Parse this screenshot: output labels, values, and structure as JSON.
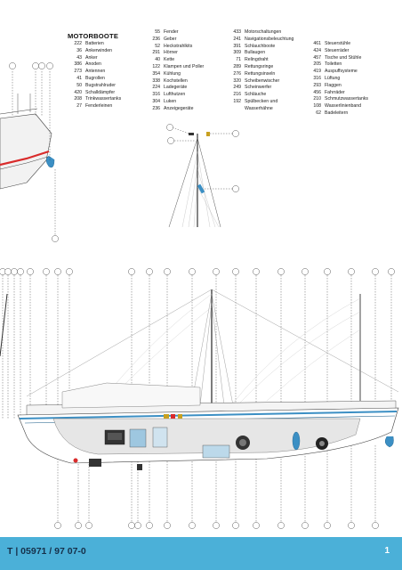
{
  "index": {
    "title": "MOTORBOOTE",
    "col1": [
      {
        "num": "222",
        "label": "Batterien"
      },
      {
        "num": "36",
        "label": "Ankerwinden"
      },
      {
        "num": "43",
        "label": "Anker"
      },
      {
        "num": "386",
        "label": "Anoden"
      },
      {
        "num": "273",
        "label": "Antennen"
      },
      {
        "num": "41",
        "label": "Bugrollen"
      },
      {
        "num": "50",
        "label": "Bugstrahlruder"
      },
      {
        "num": "420",
        "label": "Schalldämpfer"
      },
      {
        "num": "208",
        "label": "Trinkwassertanks"
      },
      {
        "num": "27",
        "label": "Fenderleinen"
      }
    ],
    "col2": [
      {
        "num": "55",
        "label": "Fender"
      },
      {
        "num": "236",
        "label": "Geber"
      },
      {
        "num": "52",
        "label": "Heckstrahlkits"
      },
      {
        "num": "291",
        "label": "Hörner"
      },
      {
        "num": "40",
        "label": "Kette"
      },
      {
        "num": "122",
        "label": "Klampen und Poller"
      },
      {
        "num": "354",
        "label": "Kühlung"
      },
      {
        "num": "338",
        "label": "Kochstellen"
      },
      {
        "num": "224",
        "label": "Ladegeräte"
      },
      {
        "num": "316",
        "label": "Lufthutzen"
      },
      {
        "num": "304",
        "label": "Luken"
      },
      {
        "num": "236",
        "label": "Anzeigegeräte"
      }
    ],
    "col3": [
      {
        "num": "433",
        "label": "Motorschaltungen"
      },
      {
        "num": "241",
        "label": "Navigationsbeleuchtung"
      },
      {
        "num": "391",
        "label": "Schlauchboote"
      },
      {
        "num": "309",
        "label": "Bullaugen"
      },
      {
        "num": "71",
        "label": "Relingdraht"
      },
      {
        "num": "289",
        "label": "Rettungsringe"
      },
      {
        "num": "276",
        "label": "Rettungsinseln"
      },
      {
        "num": "320",
        "label": "Scheibenwischer"
      },
      {
        "num": "249",
        "label": "Scheinwerfer"
      },
      {
        "num": "216",
        "label": "Schläuche"
      },
      {
        "num": "192",
        "label": "Spülbecken und"
      },
      {
        "num": "",
        "label": "Wasserhähne"
      }
    ],
    "col4": [
      {
        "num": "461",
        "label": "Steuerstühle"
      },
      {
        "num": "424",
        "label": "Steuerräder"
      },
      {
        "num": "457",
        "label": "Tische und Stühle"
      },
      {
        "num": "205",
        "label": "Toiletten"
      },
      {
        "num": "419",
        "label": "Auspuffsysteme"
      },
      {
        "num": "316",
        "label": "Lüftung"
      },
      {
        "num": "293",
        "label": "Flaggen"
      },
      {
        "num": "456",
        "label": "Fahrräder"
      },
      {
        "num": "210",
        "label": "Schmutzwassertanks"
      },
      {
        "num": "108",
        "label": "Wasserlinienband"
      },
      {
        "num": "62",
        "label": "Badeleitern"
      }
    ]
  },
  "footer": {
    "phone": "T | 05971 / 97 07-0",
    "page": "1"
  },
  "colors": {
    "footer_bg": "#4bb0d8",
    "hull_red": "#d92b2b",
    "water_blue": "#3b8fc4"
  }
}
